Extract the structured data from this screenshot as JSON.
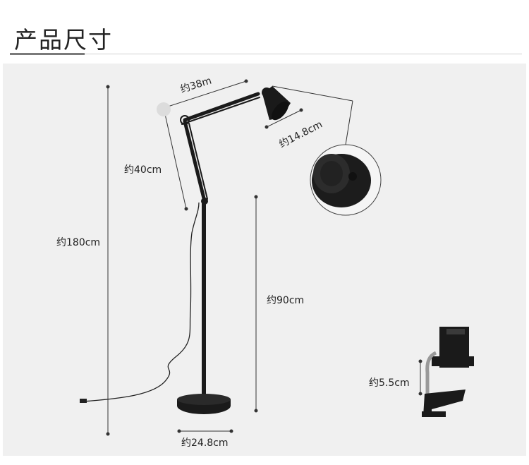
{
  "title": "产品尺寸",
  "dimensions": {
    "arm_length": "约38m",
    "shade_width": "约14.8cm",
    "upper_arm": "约40cm",
    "total_height": "约180cm",
    "pole_height": "约90cm",
    "base_diameter": "约24.8cm",
    "clamp_height": "约5.5cm"
  },
  "colors": {
    "panel_bg": "#f0f0f0",
    "lamp": "#1a1a1a",
    "guide_line": "#333333"
  }
}
